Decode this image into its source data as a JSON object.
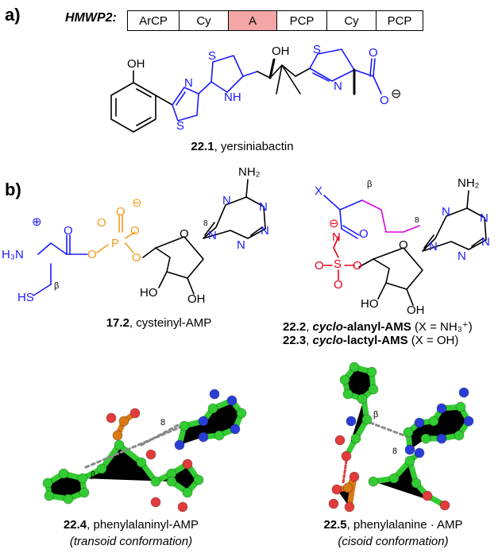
{
  "panel_a": {
    "label": "a)",
    "gene_label": "HMWP2:",
    "domains": [
      {
        "name": "ArCP",
        "fill": "#ffffff"
      },
      {
        "name": "Cy",
        "fill": "#ffffff"
      },
      {
        "name": "A",
        "fill": "#f4a6a6"
      },
      {
        "name": "PCP",
        "fill": "#ffffff"
      },
      {
        "name": "Cy",
        "fill": "#ffffff"
      },
      {
        "name": "PCP",
        "fill": "#ffffff"
      }
    ],
    "caption_num": "22.1",
    "caption_name": ", yersiniabactin",
    "atoms": {
      "oh1": "OH",
      "n1": "N",
      "s1": "S",
      "s2": "S",
      "nh": "NH",
      "oh2": "OH",
      "s3": "S",
      "n3": "N",
      "o1": "O",
      "o2": "O",
      "minus": "⊖"
    }
  },
  "panel_b": {
    "label": "b)",
    "cys": {
      "caption_num": "17.2",
      "caption_name": ", cysteinyl-AMP",
      "atoms": {
        "h3n": "H₃N",
        "plus": "⊕",
        "hs": "HS",
        "beta": "β",
        "o_ester": "O",
        "o_carbonyl": "O",
        "p": "P",
        "o_p1": "O",
        "o_p2": "O",
        "o_minus": "O",
        "minus": "⊖",
        "o_link": "O",
        "o_ring": "O",
        "ho": "HO",
        "oh": "OH",
        "nh2": "NH₂",
        "n1": "N",
        "n2": "N",
        "n3": "N",
        "n4": "N",
        "n5": "N",
        "c8": "8"
      }
    },
    "cyclo": {
      "caption_line1_num": "22.2",
      "caption_line1_prefix": ", ",
      "caption_line1_italic": "cyclo",
      "caption_line1_name": "-alanyl-AMS",
      "caption_line1_x": "(X = NH₃⁺)",
      "caption_line2_num": "22.3",
      "caption_line2_prefix": ", ",
      "caption_line2_italic": "cyclo",
      "caption_line2_name": "-lactyl-AMS",
      "caption_line2_x": "(X = OH)",
      "atoms": {
        "x": "X",
        "beta": "β",
        "nh2": "NH₂",
        "c8": "8",
        "n_minus": "⊖",
        "n_sulf": "N",
        "o_carbonyl": "O",
        "o_s1": "O",
        "s": "S",
        "o_s2": "O",
        "o_link": "O",
        "o_ring": "O",
        "ho": "HO",
        "oh": "OH",
        "n1": "N",
        "n2": "N",
        "n3": "N",
        "n4": "N",
        "n5": "N"
      }
    },
    "model1": {
      "beta": "β",
      "c8": "8",
      "caption_num": "22.4",
      "caption_name": ", phenylalaninyl-AMP",
      "caption_sub": "(transoid conformation)"
    },
    "model2": {
      "beta": "β",
      "c8": "8",
      "caption_num": "22.5",
      "caption_name": ", phenylalanine · AMP",
      "caption_sub": "(cisoid conformation)"
    }
  },
  "colors": {
    "blue": "#1a1aff",
    "orange": "#f39a1b",
    "red": "#e8001c",
    "magenta": "#e000e0",
    "green": "#33cc33",
    "ball_red": "#e23b3b",
    "ball_blue": "#2a3cd6",
    "ball_orange": "#d97a17"
  }
}
